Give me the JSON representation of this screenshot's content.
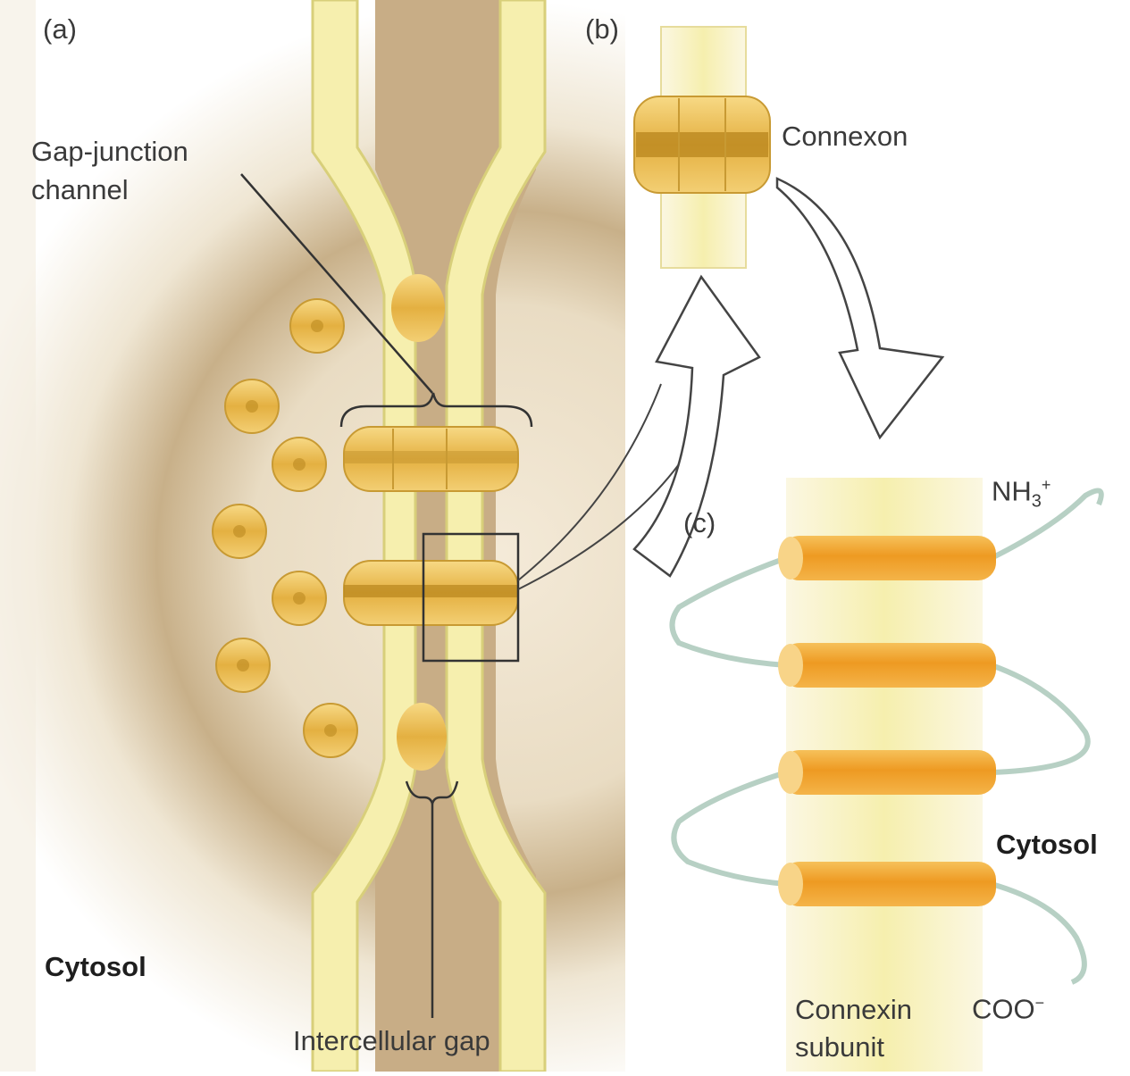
{
  "panel_labels": {
    "a": "(a)",
    "b": "(b)",
    "c": "(c)"
  },
  "labels": {
    "gap_junction_line1": "Gap-junction",
    "gap_junction_line2": "channel",
    "connexon": "Connexon",
    "nh3": "NH",
    "nh3_sub": "3",
    "nh3_sup": "+",
    "cytosol_left": "Cytosol",
    "cytosol_right": "Cytosol",
    "interceltular_gap": "Intercellular gap",
    "connexin_line1": "Connexin",
    "connexin_line2": "subunit",
    "coo": "COO",
    "coo_sup": "−"
  },
  "colors": {
    "membrane": "#f6efae",
    "membrane_edge": "#d8cf7a",
    "protein": "#e8b84a",
    "protein_dark": "#b8861e",
    "helix": "#f0a630",
    "helix_light": "#f7c766",
    "loop": "#b7d0c4",
    "shadow": "#c8b089"
  }
}
